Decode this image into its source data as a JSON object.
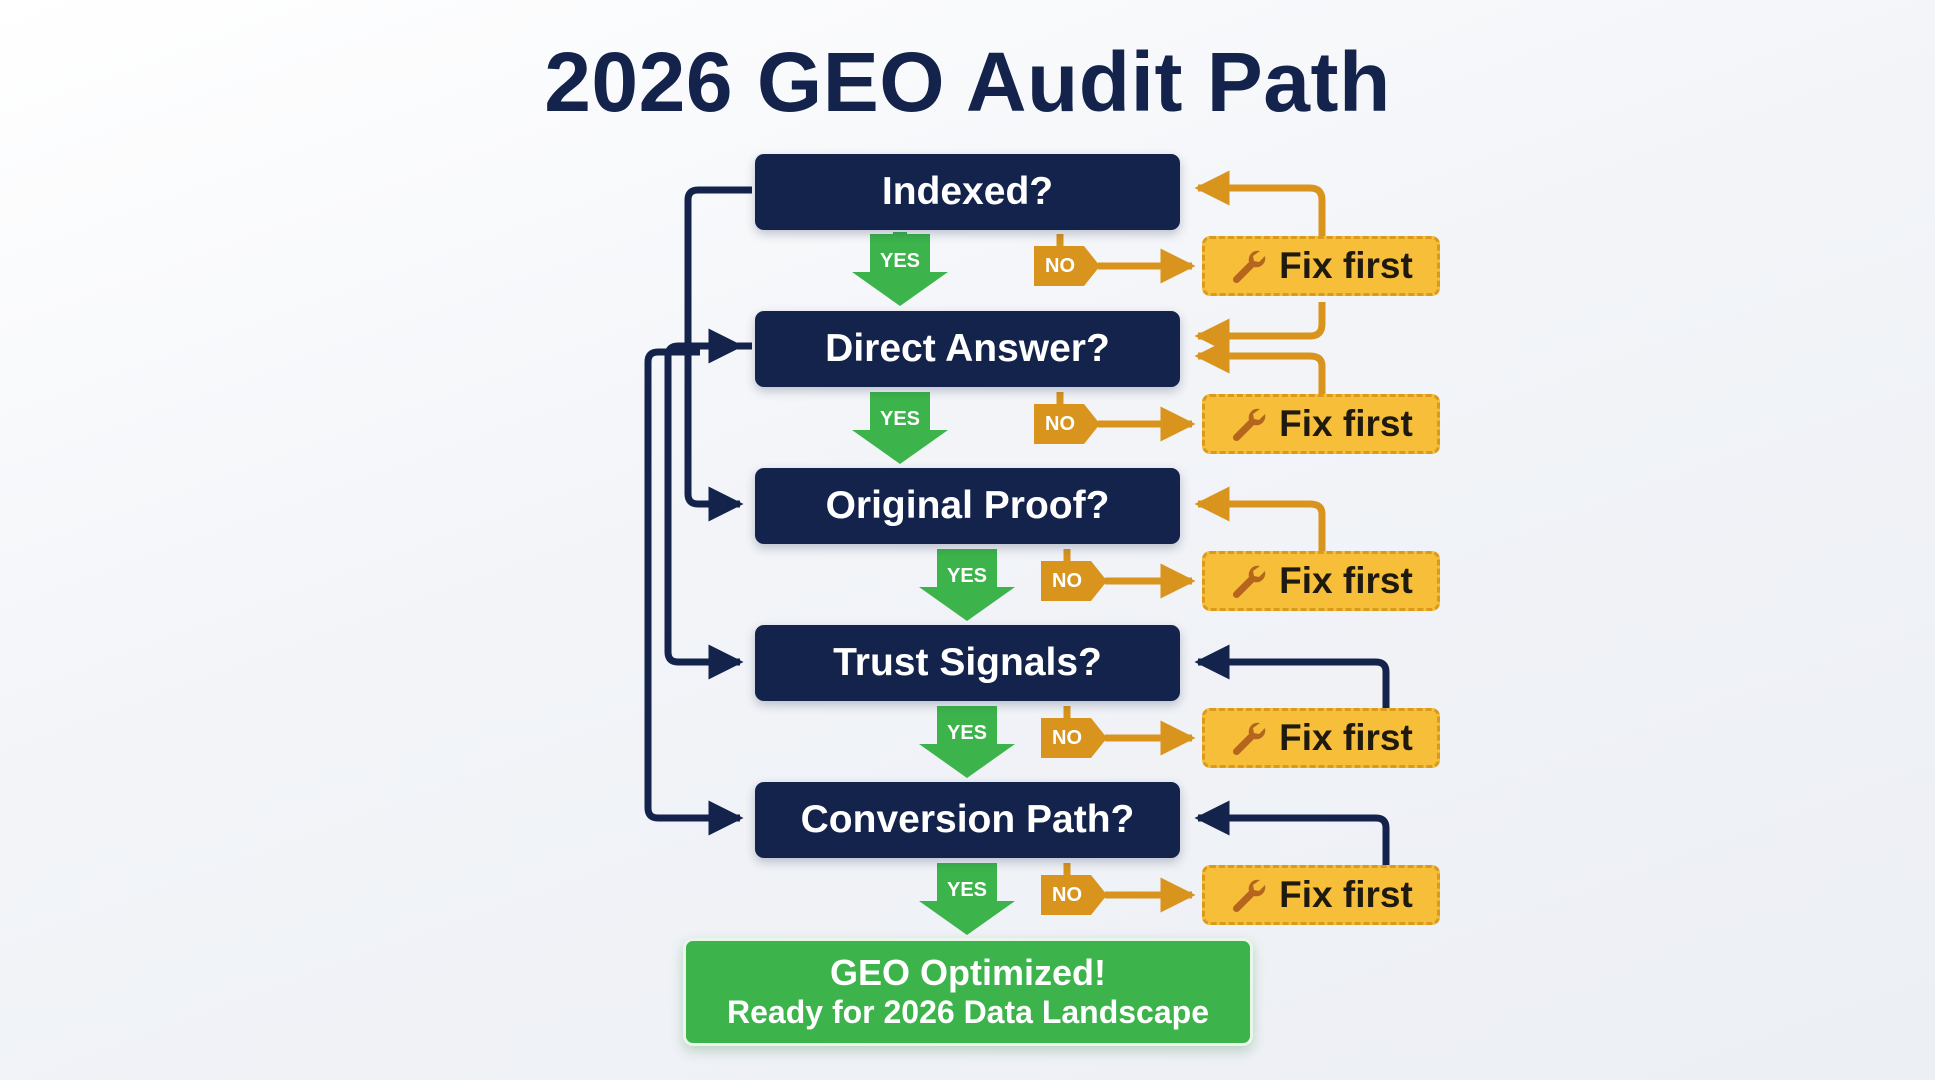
{
  "title": "2026 GEO Audit Path",
  "colors": {
    "navy": "#14234b",
    "green": "#3cb44b",
    "amber": "#f7be3a",
    "amber_line": "#d8941d"
  },
  "steps": [
    {
      "question": "Indexed?",
      "yes": "YES",
      "no": "NO",
      "fix": "Fix first"
    },
    {
      "question": "Direct Answer?",
      "yes": "YES",
      "no": "NO",
      "fix": "Fix first"
    },
    {
      "question": "Original Proof?",
      "yes": "YES",
      "no": "NO",
      "fix": "Fix first"
    },
    {
      "question": "Trust Signals?",
      "yes": "YES",
      "no": "NO",
      "fix": "Fix first"
    },
    {
      "question": "Conversion Path?",
      "yes": "YES",
      "no": "NO",
      "fix": "Fix first"
    }
  ],
  "result": {
    "line1": "GEO Optimized!",
    "line2": "Ready for 2026 Data Landscape"
  },
  "icons": {
    "fix": "wrench-icon"
  }
}
